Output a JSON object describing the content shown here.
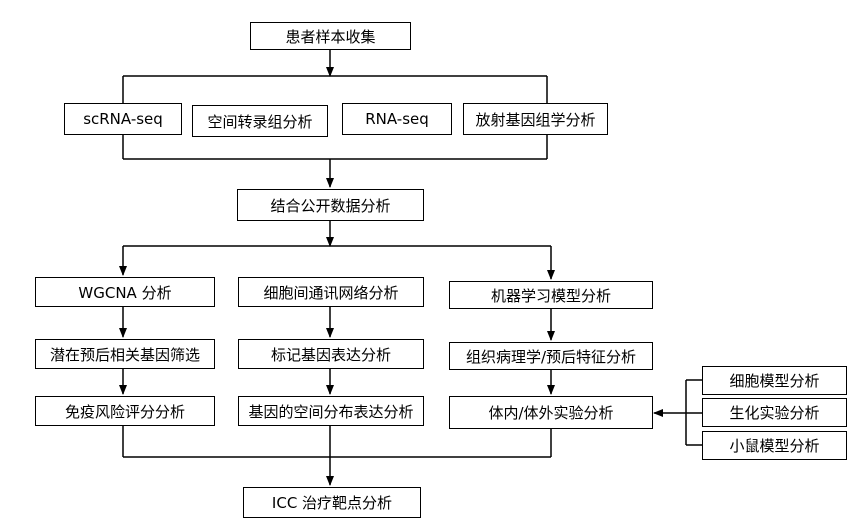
{
  "start": "患者样本收集",
  "data_sources": [
    "scRNA-seq",
    "空间转录组分析",
    "RNA-seq",
    "放射基因组学分析"
  ],
  "combine": "结合公开数据分析",
  "columns": [
    {
      "items": [
        "WGCNA 分析",
        "潜在预后相关基因筛选",
        "免疫风险评分分析"
      ]
    },
    {
      "items": [
        "细胞间通讯网络分析",
        "标记基因表达分析",
        "基因的空间分布表达分析"
      ]
    },
    {
      "items": [
        "机器学习模型分析",
        "组织病理学/预后特征分析",
        "体内/体外实验分析"
      ]
    }
  ],
  "experiments": [
    "细胞模型分析",
    "生化实验分析",
    "小鼠模型分析"
  ],
  "end": "ICC 治疗靶点分析"
}
